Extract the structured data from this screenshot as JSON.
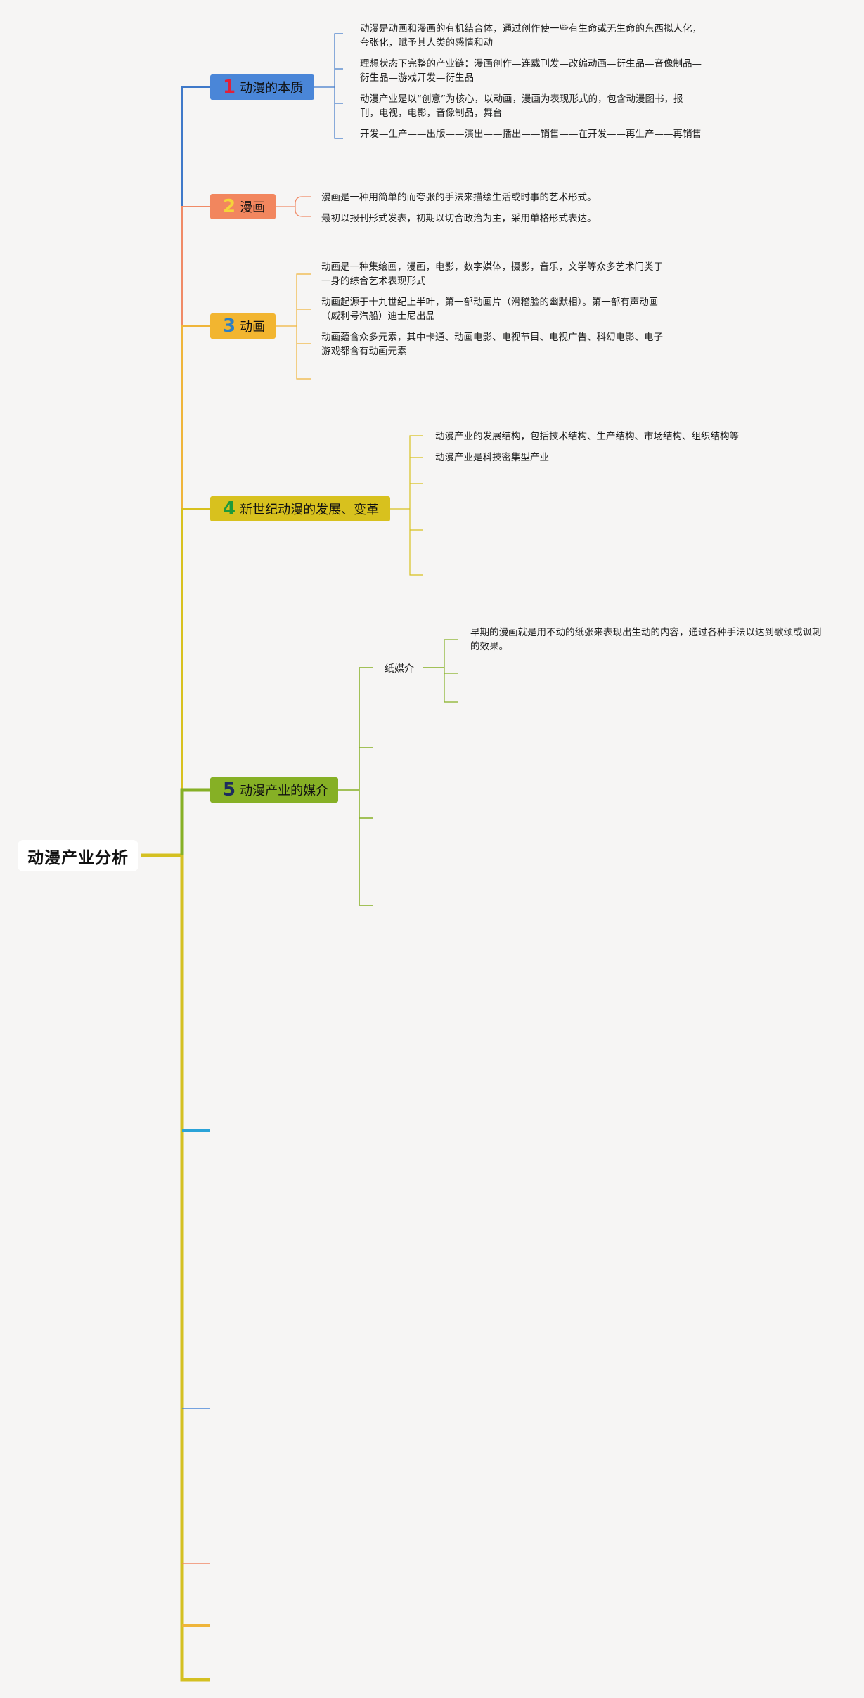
{
  "root": {
    "label": "动漫产业分析"
  },
  "branches": [
    {
      "number": "1",
      "label": "动漫的本质",
      "fill": "#4a86d8",
      "number_color": "#e0203a",
      "leaves": [
        "动漫是动画和漫画的有机结合体，通过创作使一些有生命或无生命的东西拟人化，夸张化，赋予其人类的感情和动",
        "理想状态下完整的产业链：漫画创作—连载刊发—改编动画—衍生品—音像制品—衍生品—游戏开发—衍生品",
        "动漫产业是以“创意”为核心，以动画，漫画为表现形式的，包含动漫图书，报刊，电视，电影，音像制品，舞台",
        "开发—生产——出版——演出——播出——销售——在开发——再生产——再销售"
      ]
    },
    {
      "number": "2",
      "label": "漫画",
      "fill": "#f2865e",
      "number_color": "#f5d43a",
      "leaves": [
        "漫画是一种用简单的而夸张的手法来描绘生活或时事的艺术形式。",
        "最初以报刊形式发表，初期以切合政治为主，采用单格形式表达。"
      ]
    },
    {
      "number": "3",
      "label": "动画",
      "fill": "#f2b530",
      "number_color": "#2c7fc4",
      "leaves": [
        "动画是一种集绘画，漫画，电影，数字媒体，摄影，音乐，文学等众多艺术门类于一身的综合艺术表现形式",
        "动画起源于十九世纪上半叶，第一部动画片（滑稽脸的幽默相）。第一部有声动画（威利号汽船）迪士尼出品",
        "动画蕴含众多元素，其中卡通、动画电影、电视节目、电视广告、科幻电影、电子游戏都含有动画元素"
      ]
    },
    {
      "number": "4",
      "label": "新世纪动漫的发展、变革",
      "fill": "#d8c11e",
      "number_color": "#1f9a3a",
      "leaves": [
        "动漫产业的发展结构，包括技术结构、生产结构、市场结构、组织结构等",
        "动漫产业是科技密集型产业"
      ]
    },
    {
      "number": "5",
      "label": "动漫产业的媒介",
      "fill": "#86b025",
      "number_color": "#1d2c5e",
      "sub_label": "纸媒介",
      "leaves": [
        "早期的漫画就是用不动的纸张来表现出生动的内容，通过各种手法以达到歌颂或讽刺的效果。"
      ]
    }
  ]
}
